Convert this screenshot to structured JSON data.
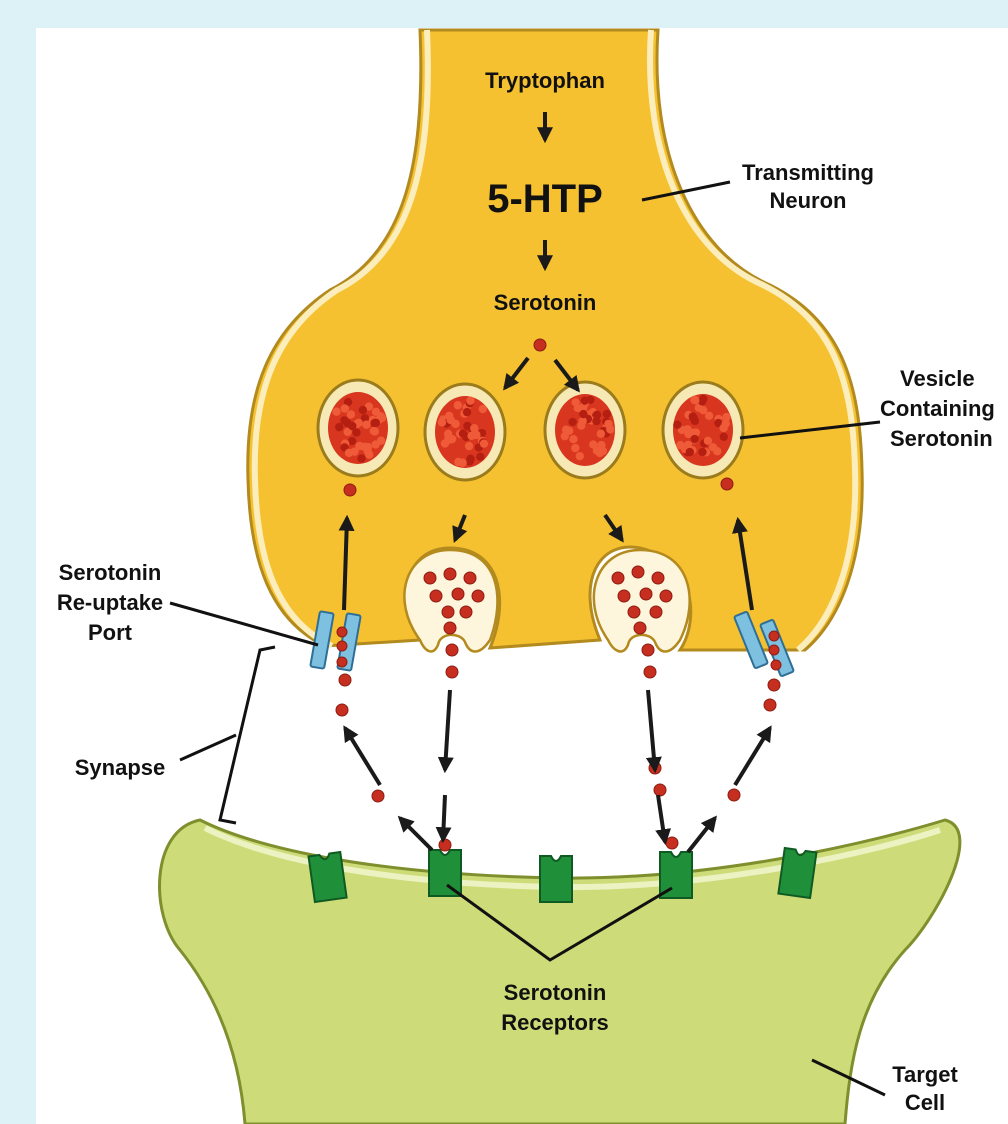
{
  "labels": {
    "tryptophan": "Tryptophan",
    "htp": "5-HTP",
    "serotonin": "Serotonin",
    "transmitting_neuron": [
      "Transmitting",
      "Neuron"
    ],
    "vesicle": [
      "Vesicle",
      "Containing",
      "Serotonin"
    ],
    "reuptake_port": [
      "Serotonin",
      "Re-uptake",
      "Port"
    ],
    "synapse": "Synapse",
    "receptors": [
      "Serotonin",
      "Receptors"
    ],
    "target_cell": [
      "Target",
      "Cell"
    ]
  },
  "colors": {
    "background": "#ddf2f7",
    "neuron_fill": "#f5c130",
    "neuron_outline": "#b38a1e",
    "membrane": "#fbeebc",
    "target_fill": "#cddc78",
    "target_outline": "#7f8f2e",
    "serotonin_dot": "#c62f20",
    "vesicle_content": "#d8361f",
    "receptor": "#1f8f3a",
    "port": "#7ec0e0"
  }
}
